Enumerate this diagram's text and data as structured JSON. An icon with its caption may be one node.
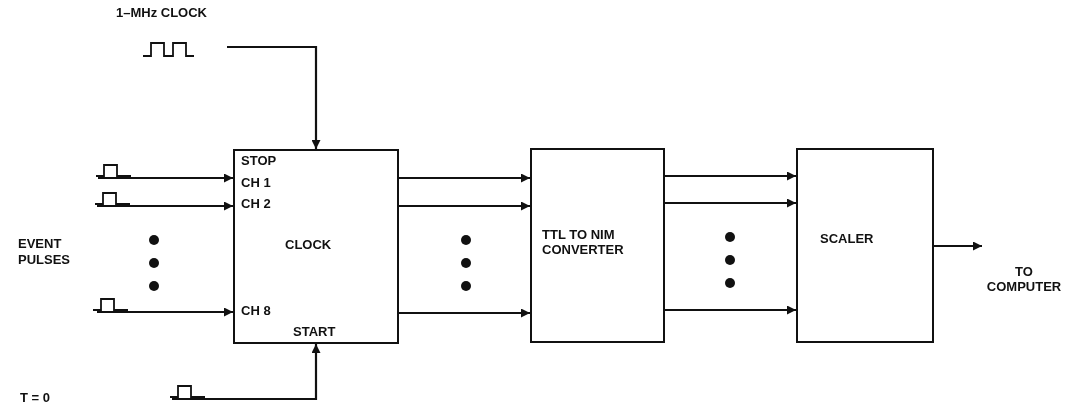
{
  "diagram": {
    "nodes": [
      {
        "text": [
          "1–MHz CLOCK"
        ]
      },
      {
        "text": [
          "STOP",
          "CH 1",
          "CH 2",
          "CLOCK",
          "CH 8",
          "START"
        ]
      },
      {
        "text": [
          "TTL TO NIM CONVERTER"
        ]
      },
      {
        "text": [
          "SCALER"
        ]
      },
      {
        "text": [
          "TO COMPUTER"
        ]
      },
      {
        "text": [],
        "shape": "picture"
      },
      {
        "text": [],
        "shape": "picture"
      },
      {
        "text": [],
        "shape": "picture"
      },
      {
        "text": [],
        "shape": "picture"
      }
    ],
    "edges": [
      {
        "from": 0,
        "to": 1,
        "arrow": "to"
      },
      {
        "from": 5,
        "to": 1,
        "arrow": "to"
      },
      {
        "from": 6,
        "to": 1,
        "arrow": "to"
      },
      {
        "from": 7,
        "to": 1,
        "arrow": "to"
      },
      {
        "from": 8,
        "to": 1,
        "arrow": "to"
      },
      {
        "from": 1,
        "to": 2,
        "arrow": "to"
      },
      {
        "from": 1,
        "to": 2,
        "arrow": "to"
      },
      {
        "from": 1,
        "to": 2,
        "arrow": "to"
      },
      {
        "from": 2,
        "to": 3,
        "arrow": "to"
      },
      {
        "from": 2,
        "to": 3,
        "arrow": "to"
      },
      {
        "from": 2,
        "to": 3,
        "arrow": "to"
      },
      {
        "from": 3,
        "to": 4,
        "arrow": "to"
      }
    ],
    "labels": [
      "EVENT PULSES",
      "T = 0"
    ]
  }
}
